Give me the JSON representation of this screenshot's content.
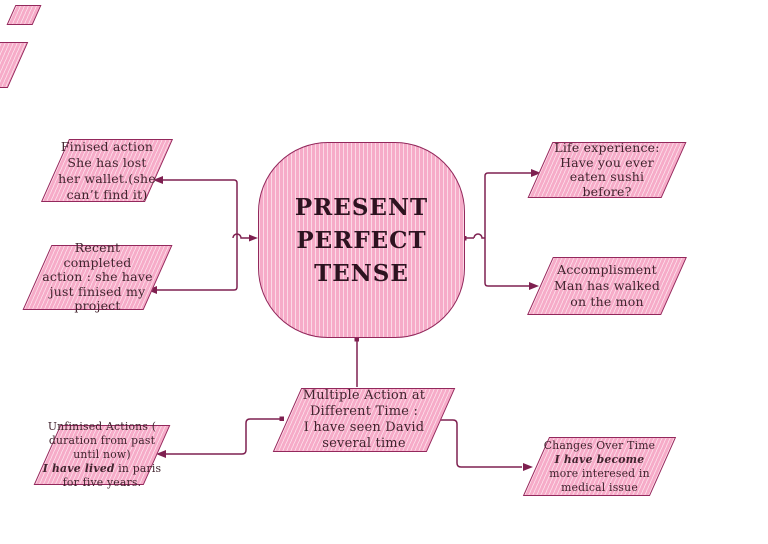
{
  "diagram": {
    "title_lines": [
      "PRESENT",
      "PERFECT",
      "TENSE"
    ],
    "nodes": {
      "finished_action": {
        "lines": [
          "Finised action",
          "She has lost",
          "her wallet.(she",
          "can’t find it)"
        ]
      },
      "recent_completed": {
        "lines": [
          "Recent",
          "completed",
          "action : she have",
          "just finised my",
          "project"
        ]
      },
      "life_experience": {
        "lines": [
          "Life experience:",
          "Have you ever",
          "eaten sushi",
          "before?"
        ]
      },
      "accomplishment": {
        "lines": [
          "Accomplisment",
          "Man has walked",
          "on the mon"
        ]
      },
      "multiple_action": {
        "lines": [
          "Multiple Action at",
          "Different Time :",
          "I have seen David",
          "several time"
        ]
      },
      "unfinished_actions": {
        "lines": [
          "Unfinised Actions (",
          "duration from past",
          "until now)"
        ],
        "emphasis": "I have lived",
        "emphasis_rest": " in paris",
        "last_line": "for five years."
      },
      "changes_over_time": {
        "line1": "Changes Over Time",
        "emphasis": "I have become",
        "line3": "more interesed in",
        "line4": "medical issue"
      }
    },
    "colors": {
      "shape_fill": "#f6abc8",
      "shape_stripe": "#ffffff",
      "shape_border": "#93285c",
      "connector": "#7e2050",
      "title_text": "#2d1320",
      "node_text": "#41232e",
      "background": "#ffffff"
    }
  }
}
